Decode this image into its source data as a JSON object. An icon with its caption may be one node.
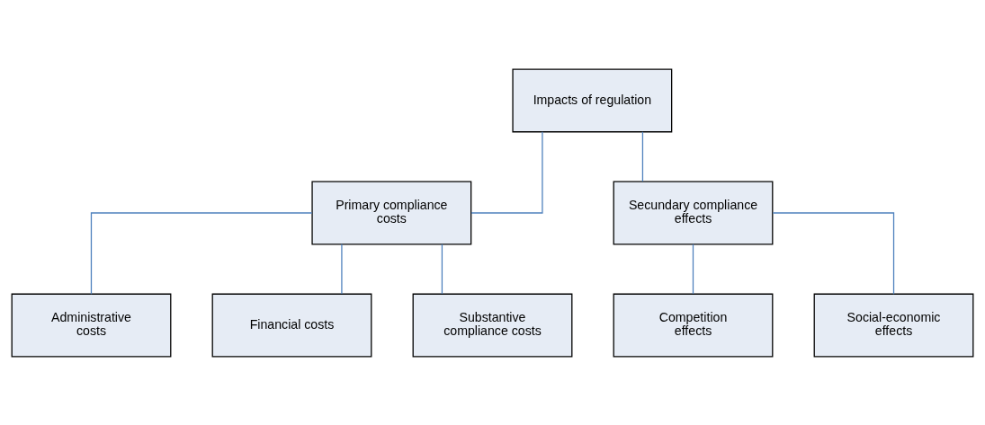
{
  "diagram": {
    "nodes": [
      {
        "text": [
          "Impacts of regulation"
        ]
      },
      {
        "text": [
          "Primary compliance costs"
        ]
      },
      {
        "text": [
          "Secundary compliance effects"
        ]
      },
      {
        "text": [
          "Administrative costs"
        ]
      },
      {
        "text": [
          "Financial costs"
        ]
      },
      {
        "text": [
          "Substantive compliance costs"
        ]
      },
      {
        "text": [
          "Competition effects"
        ]
      },
      {
        "text": [
          "Social-economic effects"
        ]
      }
    ],
    "edges": [
      {
        "from": 0,
        "to": 1,
        "arrow": "none"
      },
      {
        "from": 0,
        "to": 2,
        "arrow": "none"
      },
      {
        "from": 1,
        "to": 3,
        "arrow": "none"
      },
      {
        "from": 1,
        "to": 4,
        "arrow": "none"
      },
      {
        "from": 1,
        "to": 5,
        "arrow": "none"
      },
      {
        "from": 2,
        "to": 6,
        "arrow": "none"
      },
      {
        "from": 2,
        "to": 7,
        "arrow": "none"
      }
    ]
  }
}
